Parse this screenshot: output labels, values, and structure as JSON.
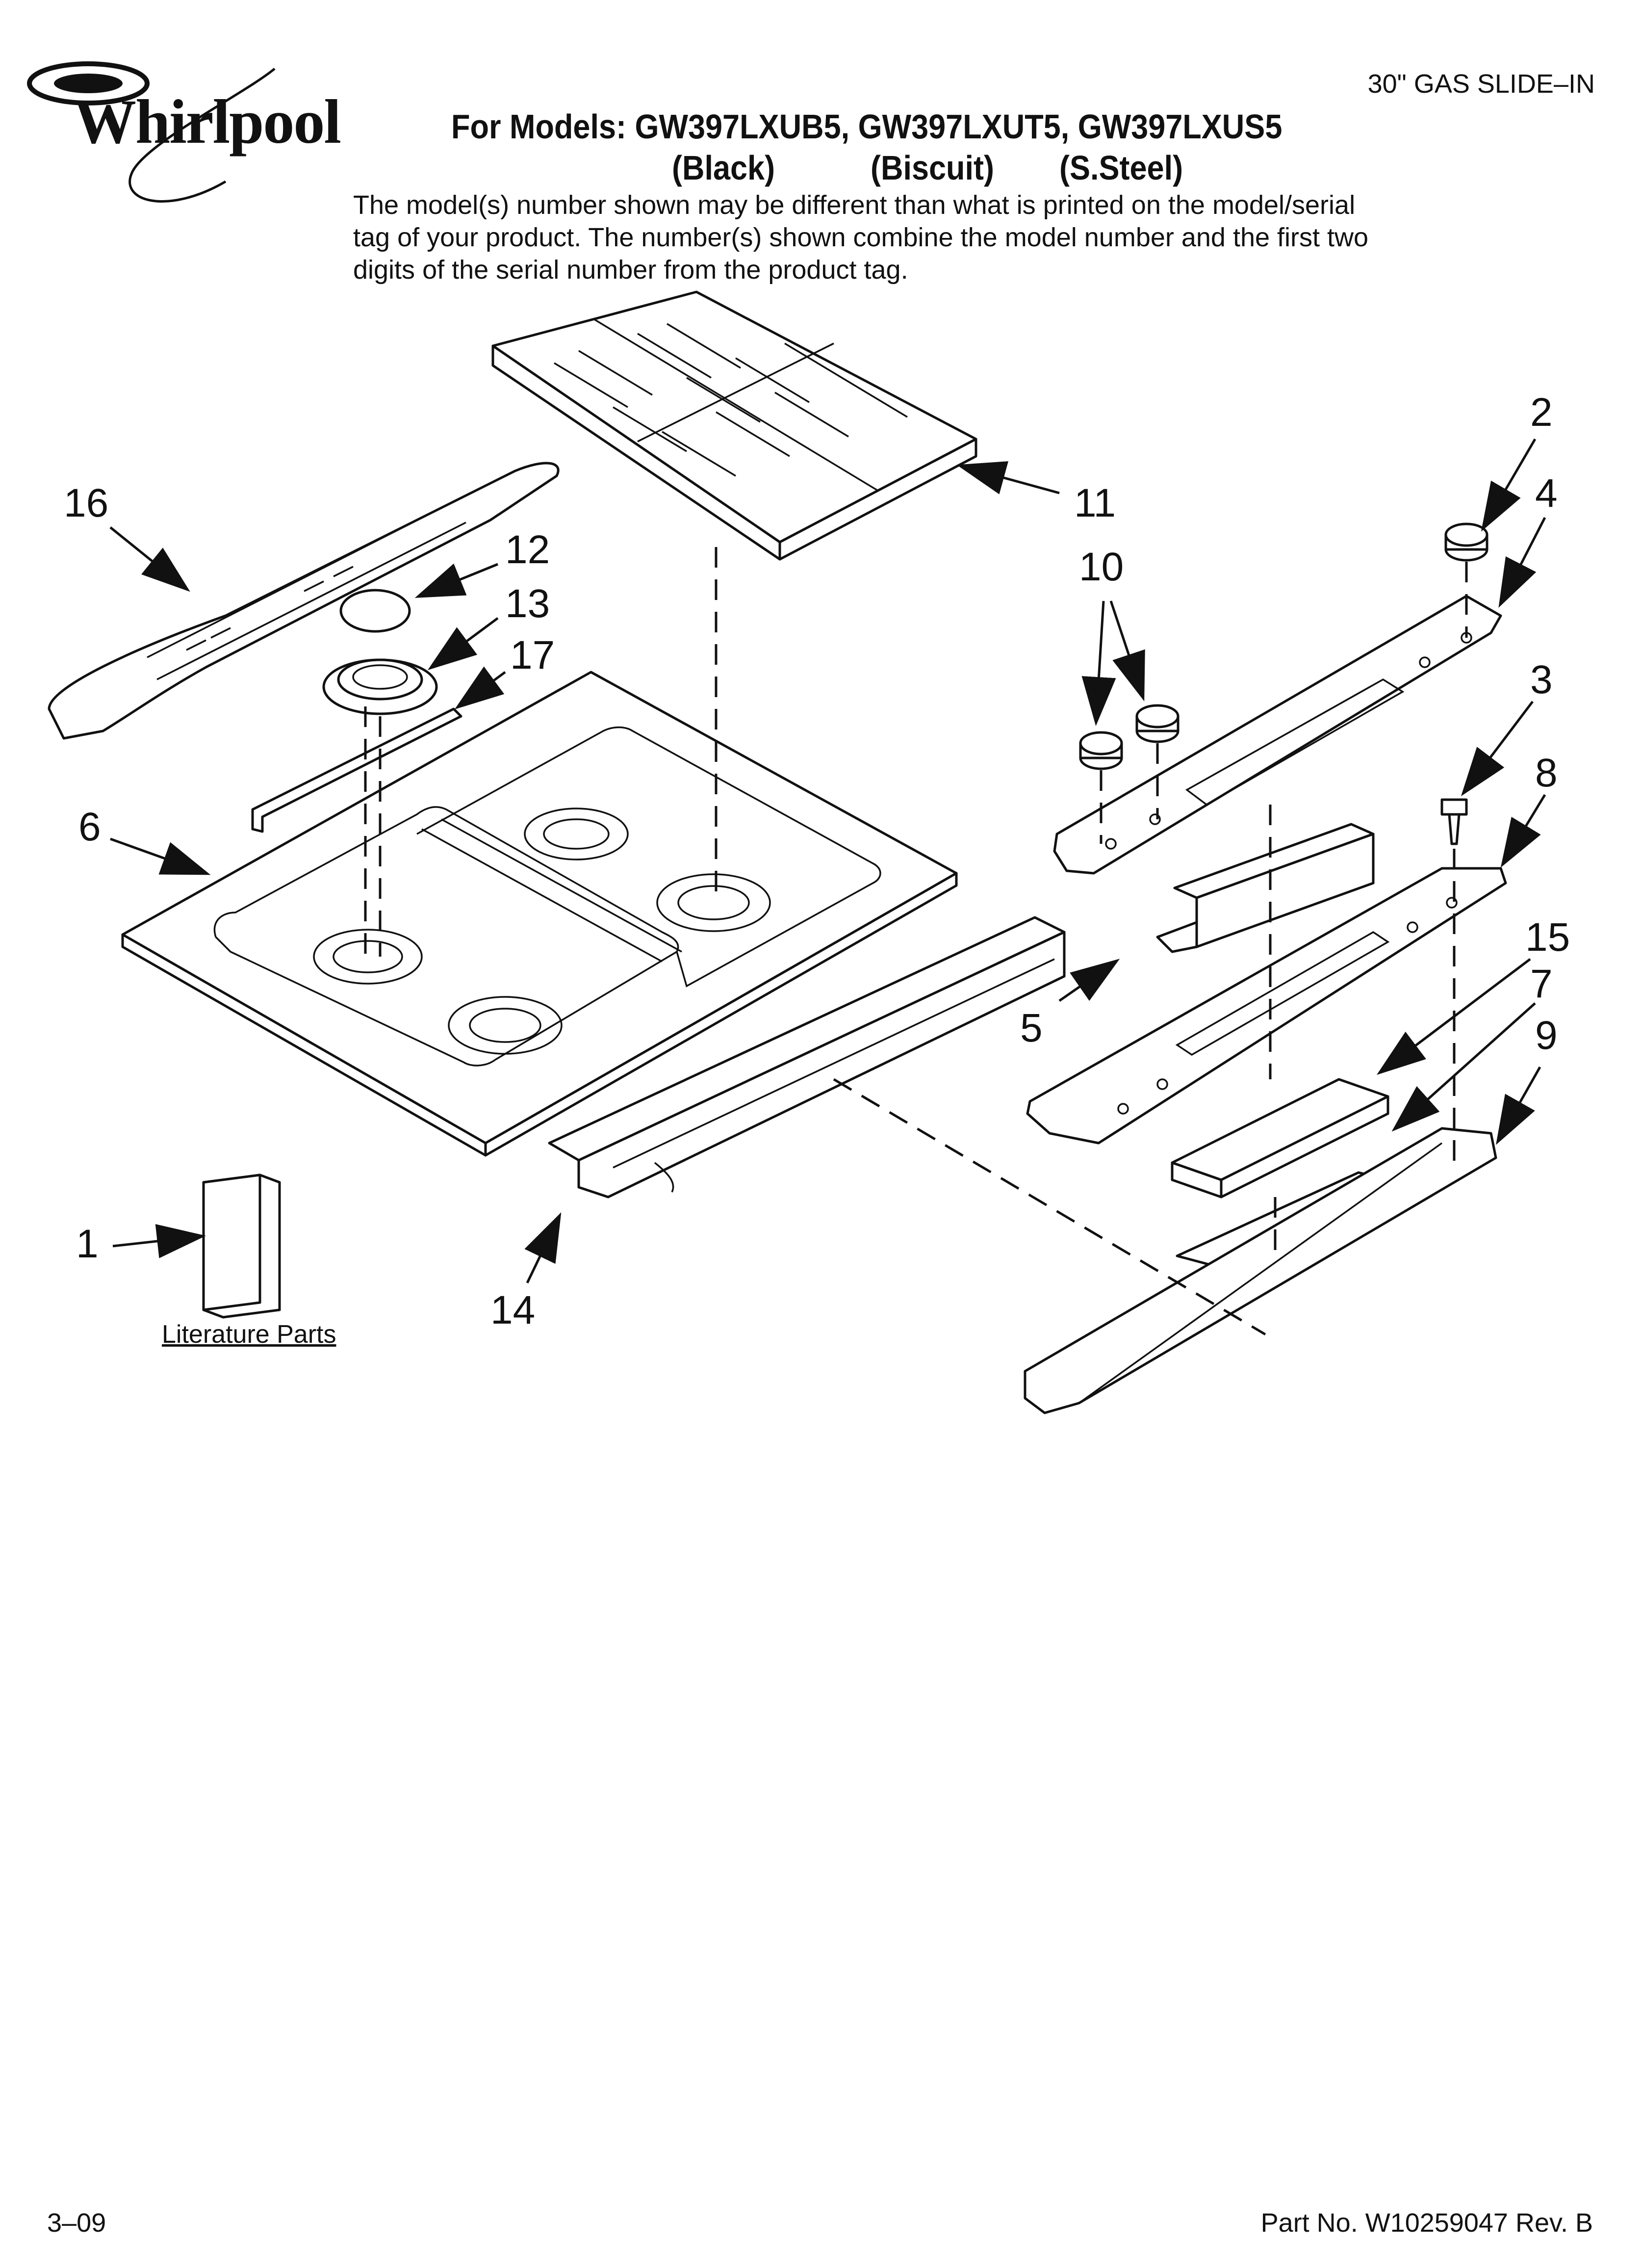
{
  "header": {
    "brand": "Whirlpool",
    "category": "30\" GAS SLIDE–IN",
    "models_line": "For Models: GW397LXUB5, GW397LXUT5, GW397LXUS5",
    "variants": [
      "(Black)",
      "(Biscuit)",
      "(S.Steel)"
    ],
    "notice": "The model(s) number shown may be different than what is printed on the model/serial tag of your product. The number(s) shown combine the model number and the first two digits of the serial number from the product tag."
  },
  "callouts": {
    "c1": "1",
    "c2": "2",
    "c3": "3",
    "c4": "4",
    "c5": "5",
    "c6": "6",
    "c7": "7",
    "c8": "8",
    "c9": "9",
    "c10": "10",
    "c11": "11",
    "c12": "12",
    "c13": "13",
    "c14": "14",
    "c15": "15",
    "c16": "16",
    "c17": "17"
  },
  "literature_label": "Literature Parts",
  "footer": {
    "date": "3–09",
    "part_number": "Part No. W10259047 Rev. B"
  }
}
